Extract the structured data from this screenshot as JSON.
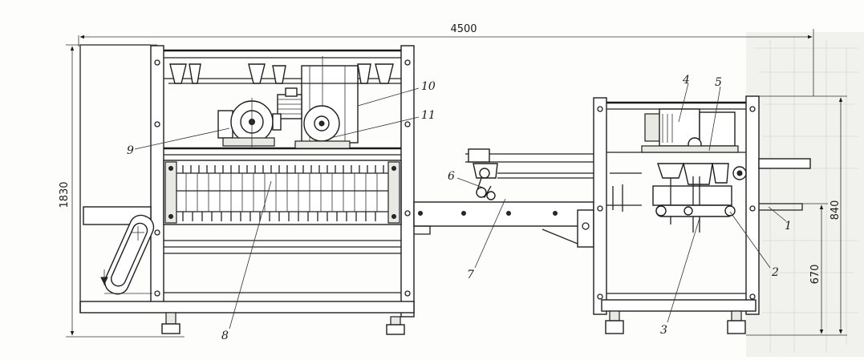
{
  "dimensions": {
    "overall_length": "4500",
    "overall_height": "1830",
    "right_height": "840",
    "right_lower_height": "670"
  },
  "callouts": [
    {
      "id": "c1",
      "text": "1"
    },
    {
      "id": "c2",
      "text": "2"
    },
    {
      "id": "c3",
      "text": "3"
    },
    {
      "id": "c4",
      "text": "4"
    },
    {
      "id": "c5",
      "text": "5"
    },
    {
      "id": "c6",
      "text": "6"
    },
    {
      "id": "c7",
      "text": "7"
    },
    {
      "id": "c8",
      "text": "8"
    },
    {
      "id": "c9",
      "text": "9"
    },
    {
      "id": "c10",
      "text": "10"
    },
    {
      "id": "c11",
      "text": "11"
    }
  ]
}
